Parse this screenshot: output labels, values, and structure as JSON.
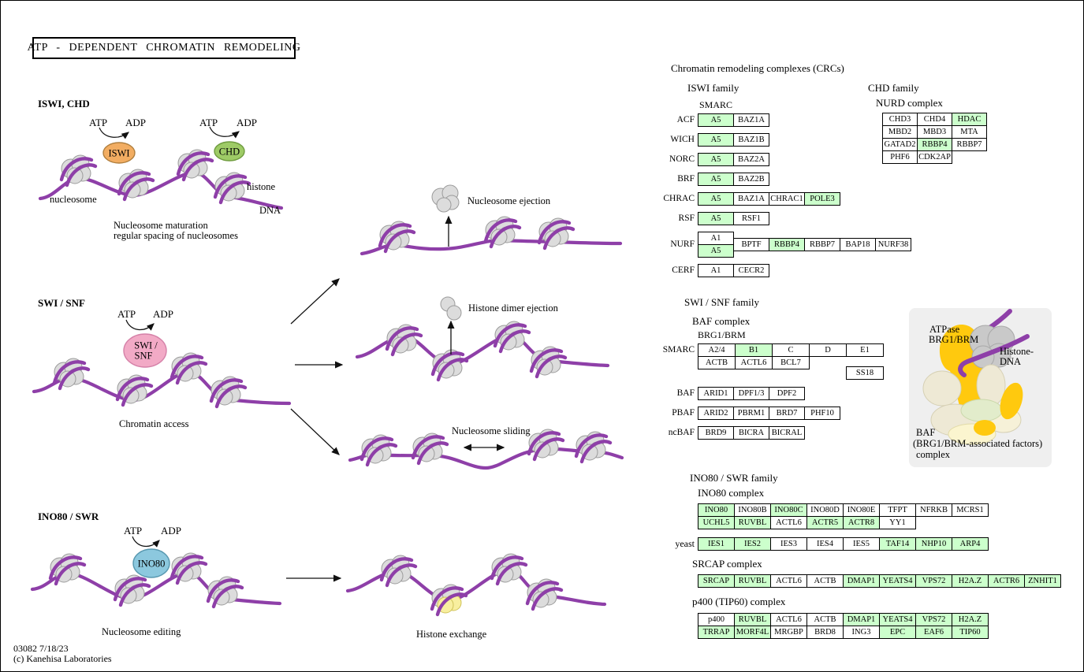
{
  "title": "ATP - DEPENDENT  CHROMATIN  REMODELING",
  "footer": {
    "line1": "03082 7/18/23",
    "line2": "(c) Kanehisa Laboratories"
  },
  "colors": {
    "gene_box_green": "#ccffcc",
    "dna_purple": "#8e3fa8",
    "iswi_orange": "#f2ad62",
    "chd_green": "#9ecb66",
    "swisnf_pink": "#f2aac6",
    "ino80_blue": "#8cc8de",
    "exchanged_histone_yellow": "#f8ef9f",
    "histone_gray": "#dcdcdc"
  },
  "left": {
    "iswi_chd": {
      "heading": "ISWI, CHD",
      "atp1": "ATP",
      "adp1": "ADP",
      "atp2": "ATP",
      "adp2": "ADP",
      "enzyme1": "ISWI",
      "enzyme2": "CHD",
      "nucleosome_label": "nucleosome",
      "histone_label": "histone",
      "dna_label": "DNA",
      "caption1": "Nucleosome maturation",
      "caption2": "regular spacing of nucleosomes"
    },
    "swi_snf": {
      "heading": "SWI / SNF",
      "atp": "ATP",
      "adp": "ADP",
      "enzyme_line1": "SWI /",
      "enzyme_line2": "SNF",
      "caption": "Chromatin access"
    },
    "ino80_swr": {
      "heading": "INO80 / SWR",
      "atp": "ATP",
      "adp": "ADP",
      "enzyme": "INO80",
      "caption": "Nucleosome editing"
    },
    "outcomes": {
      "ejection": "Nucleosome ejection",
      "dimer_ejection": "Histone dimer ejection",
      "sliding": "Nucleosome sliding",
      "exchange": "Histone exchange"
    }
  },
  "right": {
    "heading": "Chromatin remodeling complexes (CRCs)",
    "iswi_family": {
      "title": "ISWI family",
      "smarc_header": "SMARC",
      "rows": [
        {
          "label": "ACF",
          "cells": [
            {
              "t": "A5",
              "g": 1
            },
            {
              "t": "BAZ1A"
            }
          ]
        },
        {
          "label": "WICH",
          "cells": [
            {
              "t": "A5",
              "g": 1
            },
            {
              "t": "BAZ1B"
            }
          ]
        },
        {
          "label": "NORC",
          "cells": [
            {
              "t": "A5",
              "g": 1
            },
            {
              "t": "BAZ2A"
            }
          ]
        },
        {
          "label": "BRF",
          "cells": [
            {
              "t": "A5",
              "g": 1
            },
            {
              "t": "BAZ2B"
            }
          ]
        },
        {
          "label": "CHRAC",
          "cells": [
            {
              "t": "A5",
              "g": 1
            },
            {
              "t": "BAZ1A"
            },
            {
              "t": "CHRAC1"
            },
            {
              "t": "POLE3",
              "g": 1
            }
          ]
        },
        {
          "label": "RSF",
          "cells": [
            {
              "t": "A5",
              "g": 1
            },
            {
              "t": "RSF1"
            }
          ]
        }
      ],
      "nurf": {
        "label": "NURF",
        "stack": [
          {
            "t": "A1"
          },
          {
            "t": "A5",
            "g": 1
          }
        ],
        "cells": [
          {
            "t": "BPTF"
          },
          {
            "t": "RBBP4",
            "g": 1
          },
          {
            "t": "RBBP7"
          },
          {
            "t": "BAP18"
          },
          {
            "t": "NURF38"
          }
        ]
      },
      "cerf": {
        "label": "CERF",
        "cells": [
          {
            "t": "A1"
          },
          {
            "t": "CECR2"
          }
        ]
      }
    },
    "chd_family": {
      "title": "CHD family",
      "subtitle": "NURD complex",
      "grid": [
        [
          {
            "t": "CHD3"
          },
          {
            "t": "CHD4"
          },
          {
            "t": "HDAC",
            "g": 1
          }
        ],
        [
          {
            "t": "MBD2"
          },
          {
            "t": "MBD3"
          },
          {
            "t": "MTA"
          }
        ],
        [
          {
            "t": "GATAD2"
          },
          {
            "t": "RBBP4",
            "g": 1
          },
          {
            "t": "RBBP7"
          }
        ],
        [
          {
            "t": "PHF6"
          },
          {
            "t": "CDK2AP"
          }
        ]
      ]
    },
    "swisnf_family": {
      "title": "SWI / SNF family",
      "subtitle": "BAF complex",
      "brg_label": "BRG1/BRM",
      "smarc_label": "SMARC",
      "row1": [
        {
          "t": "A2/4"
        },
        {
          "t": "B1",
          "g": 1
        },
        {
          "t": "C"
        },
        {
          "t": "D"
        },
        {
          "t": "E1"
        }
      ],
      "row2": [
        {
          "t": "ACTB"
        },
        {
          "t": "ACTL6"
        },
        {
          "t": "BCL7"
        }
      ],
      "ss18": "SS18",
      "rows": [
        {
          "label": "BAF",
          "cells": [
            {
              "t": "ARID1"
            },
            {
              "t": "DPF1/3"
            },
            {
              "t": "DPF2"
            }
          ]
        },
        {
          "label": "PBAF",
          "cells": [
            {
              "t": "ARID2"
            },
            {
              "t": "PBRM1"
            },
            {
              "t": "BRD7"
            },
            {
              "t": "PHF10"
            }
          ]
        },
        {
          "label": "ncBAF",
          "cells": [
            {
              "t": "BRD9"
            },
            {
              "t": "BICRA"
            },
            {
              "t": "BICRAL"
            }
          ]
        }
      ]
    },
    "baf_panel": {
      "atpase_line1": "ATPase",
      "atpase_line2": "BRG1/BRM",
      "histone_line1": "Histone-",
      "histone_line2": "DNA",
      "caption_line1": "BAF",
      "caption_line2": "(BRG1/BRM-associated factors)",
      "caption_line3": "complex"
    },
    "ino80_family": {
      "title": "INO80 / SWR family",
      "subtitle": "INO80 complex",
      "row1": [
        {
          "t": "INO80",
          "g": 1
        },
        {
          "t": "INO80B"
        },
        {
          "t": "INO80C",
          "g": 1
        },
        {
          "t": "INO80D"
        },
        {
          "t": "INO80E"
        },
        {
          "t": "TFPT"
        },
        {
          "t": "NFRKB"
        },
        {
          "t": "MCRS1"
        }
      ],
      "row2": [
        {
          "t": "UCHL5",
          "g": 1
        },
        {
          "t": "RUVBL",
          "g": 1
        },
        {
          "t": "ACTL6"
        },
        {
          "t": "ACTR5",
          "g": 1
        },
        {
          "t": "ACTR8",
          "g": 1
        },
        {
          "t": "YY1"
        }
      ],
      "yeast_label": "yeast",
      "yeast_row": [
        {
          "t": "IES1",
          "g": 1
        },
        {
          "t": "IES2",
          "g": 1
        },
        {
          "t": "IES3"
        },
        {
          "t": "IES4"
        },
        {
          "t": "IES5"
        },
        {
          "t": "TAF14",
          "g": 1
        },
        {
          "t": "NHP10",
          "g": 1
        },
        {
          "t": "ARP4",
          "g": 1
        }
      ],
      "srcap_title": "SRCAP complex",
      "srcap_row": [
        {
          "t": "SRCAP",
          "g": 1
        },
        {
          "t": "RUVBL",
          "g": 1
        },
        {
          "t": "ACTL6"
        },
        {
          "t": "ACTB"
        },
        {
          "t": "DMAP1",
          "g": 1
        },
        {
          "t": "YEATS4",
          "g": 1
        },
        {
          "t": "VPS72",
          "g": 1
        },
        {
          "t": "H2A.Z",
          "g": 1
        },
        {
          "t": "ACTR6",
          "g": 1
        },
        {
          "t": "ZNHIT1",
          "g": 1
        }
      ],
      "p400_title": "p400 (TIP60) complex",
      "p400_row1": [
        {
          "t": "p400"
        },
        {
          "t": "RUVBL",
          "g": 1
        },
        {
          "t": "ACTL6"
        },
        {
          "t": "ACTB"
        },
        {
          "t": "DMAP1",
          "g": 1
        },
        {
          "t": "YEATS4",
          "g": 1
        },
        {
          "t": "VPS72",
          "g": 1
        },
        {
          "t": "H2A.Z",
          "g": 1
        }
      ],
      "p400_row2": [
        {
          "t": "TRRAP",
          "g": 1
        },
        {
          "t": "MORF4L",
          "g": 1
        },
        {
          "t": "MRGBP"
        },
        {
          "t": "BRD8"
        },
        {
          "t": "ING3"
        },
        {
          "t": "EPC",
          "g": 1
        },
        {
          "t": "EAF6",
          "g": 1
        },
        {
          "t": "TIP60",
          "g": 1
        }
      ]
    }
  }
}
